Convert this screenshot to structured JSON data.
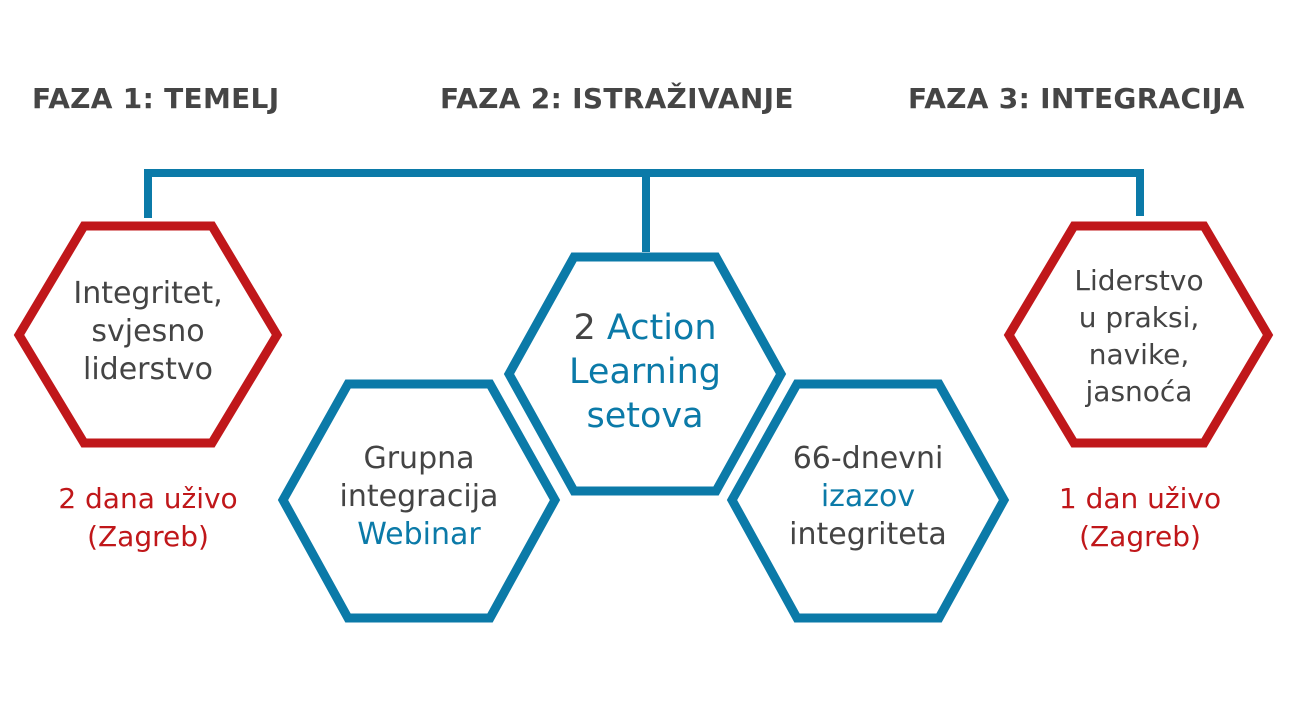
{
  "colors": {
    "red": "#c0171a",
    "blue": "#0b7aa8",
    "text": "#444444"
  },
  "phases": [
    "FAZA 1: TEMELJ",
    "FAZA 2: ISTRAŽIVANJE",
    "FAZA 3: INTEGRACIJA"
  ],
  "hexagons": {
    "h1": {
      "lines": [
        "Integritet,",
        "svjesno",
        "liderstvo"
      ]
    },
    "h2": {
      "prefix": "2",
      "lines": [
        "Action",
        "Learning",
        "setova"
      ]
    },
    "h3": {
      "lines": [
        "Grupna",
        "integracija"
      ],
      "highlight": "Webinar"
    },
    "h4": {
      "line1": "66-dnevni",
      "highlight": "izazov",
      "line3": "integriteta"
    },
    "h5": {
      "lines": [
        "Liderstvo",
        "u praksi,",
        "navike,",
        "jasnoća"
      ]
    }
  },
  "subtitles": {
    "left": [
      "2 dana uživo",
      "(Zagreb)"
    ],
    "right": [
      "1 dan uživo",
      "(Zagreb)"
    ]
  }
}
